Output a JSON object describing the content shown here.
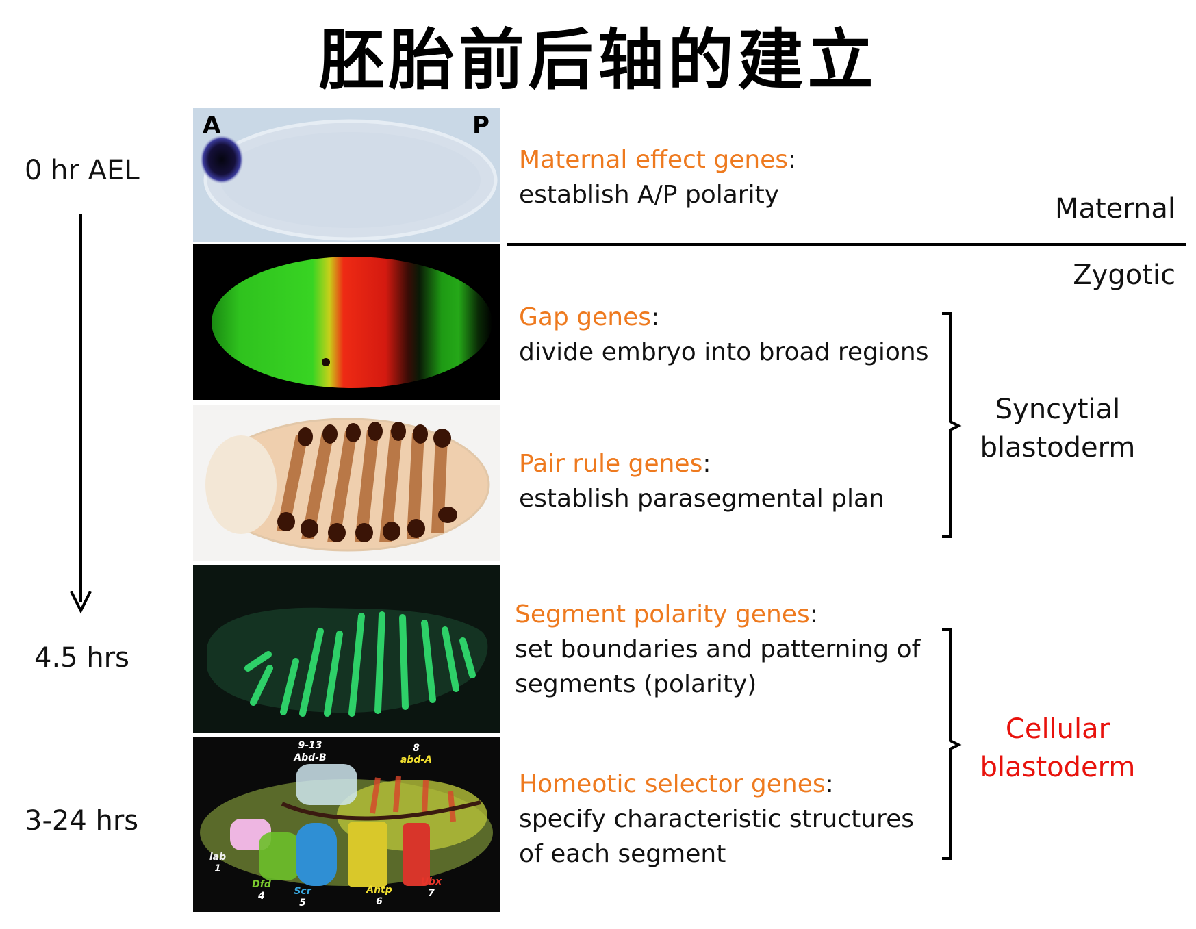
{
  "title": "胚胎前后轴的建立",
  "timeline": {
    "start": "0 hr AEL",
    "mid": "4.5 hrs",
    "late": "3-24 hrs"
  },
  "image_labels": {
    "anterior": "A",
    "posterior": "P",
    "homeotic": [
      {
        "gene": "lab",
        "num": "1",
        "color": "#f0f0f0"
      },
      {
        "gene": "Dfd",
        "num": "4",
        "color": "#7ccc2f"
      },
      {
        "gene": "Scr",
        "num": "5",
        "color": "#38a8e0"
      },
      {
        "gene": "Antp",
        "num": "6",
        "color": "#f2e030"
      },
      {
        "gene": "Ubx",
        "num": "7",
        "color": "#e8352a"
      },
      {
        "gene": "abd-A",
        "num": "8",
        "color": "#f2e030"
      },
      {
        "gene": "Abd-B",
        "num": "9-13",
        "color": "#f0f0f0"
      }
    ]
  },
  "genes": [
    {
      "name": "Maternal effect genes",
      "desc": [
        "establish A/P polarity"
      ]
    },
    {
      "name": "Gap genes",
      "desc": [
        "divide embryo into broad regions"
      ]
    },
    {
      "name": "Pair rule genes",
      "desc": [
        "establish parasegmental plan"
      ]
    },
    {
      "name": "Segment polarity genes",
      "desc": [
        "set boundaries and patterning of",
        "segments (polarity)"
      ]
    },
    {
      "name": "Homeotic selector genes",
      "desc": [
        "specify characteristic structures",
        "of each segment"
      ]
    }
  ],
  "divider": {
    "above": "Maternal",
    "below": "Zygotic"
  },
  "stages": {
    "syncytial": [
      "Syncytial",
      "blastoderm"
    ],
    "cellular": [
      "Cellular",
      "blastoderm"
    ]
  },
  "colors": {
    "gene_name": "#ee7a1f",
    "cellular": "#e8120c"
  }
}
